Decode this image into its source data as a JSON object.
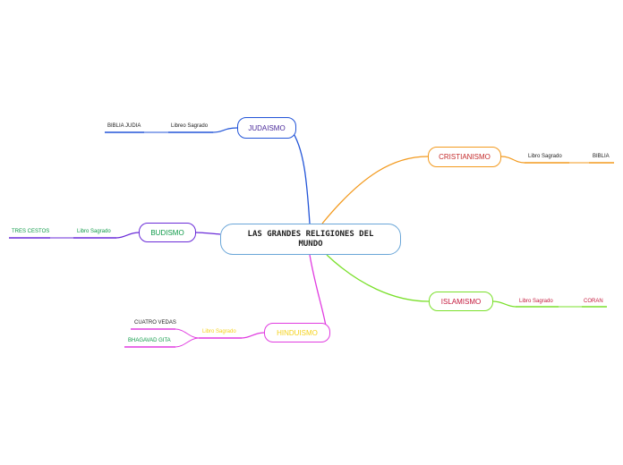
{
  "central": {
    "text": "LAS GRANDES RELIGIONES DEL MUNDO"
  },
  "branches": {
    "judaismo": {
      "label": "JUDAISMO",
      "relation": "Libreo Sagrado",
      "leaves": [
        "BIBLIA JUDIA"
      ],
      "color": "#2355d8"
    },
    "cristianismo": {
      "label": "CRISTIANISMO",
      "relation": "Libro Sagrado",
      "leaves": [
        "BIBLIA"
      ],
      "color": "#f39a1e"
    },
    "budismo": {
      "label": "BUDISMO",
      "relation": "Libro Sagrado",
      "leaves": [
        "TRES CESTOS"
      ],
      "color": "#6a2bd8",
      "text_color": "#0e9a48"
    },
    "islamismo": {
      "label": "ISLAMISMO",
      "relation": "Libro Sagrado",
      "leaves": [
        "CORAN"
      ],
      "color": "#7ae02b",
      "text_color": "#c4183c"
    },
    "hinduismo": {
      "label": "HINDUISMO",
      "relation": "Libro Sagrado",
      "leaves": [
        "CUATRO VEDAS",
        "BHAGAVAD GITA"
      ],
      "color": "#e03be0",
      "text_color": "#f4d21a"
    }
  }
}
